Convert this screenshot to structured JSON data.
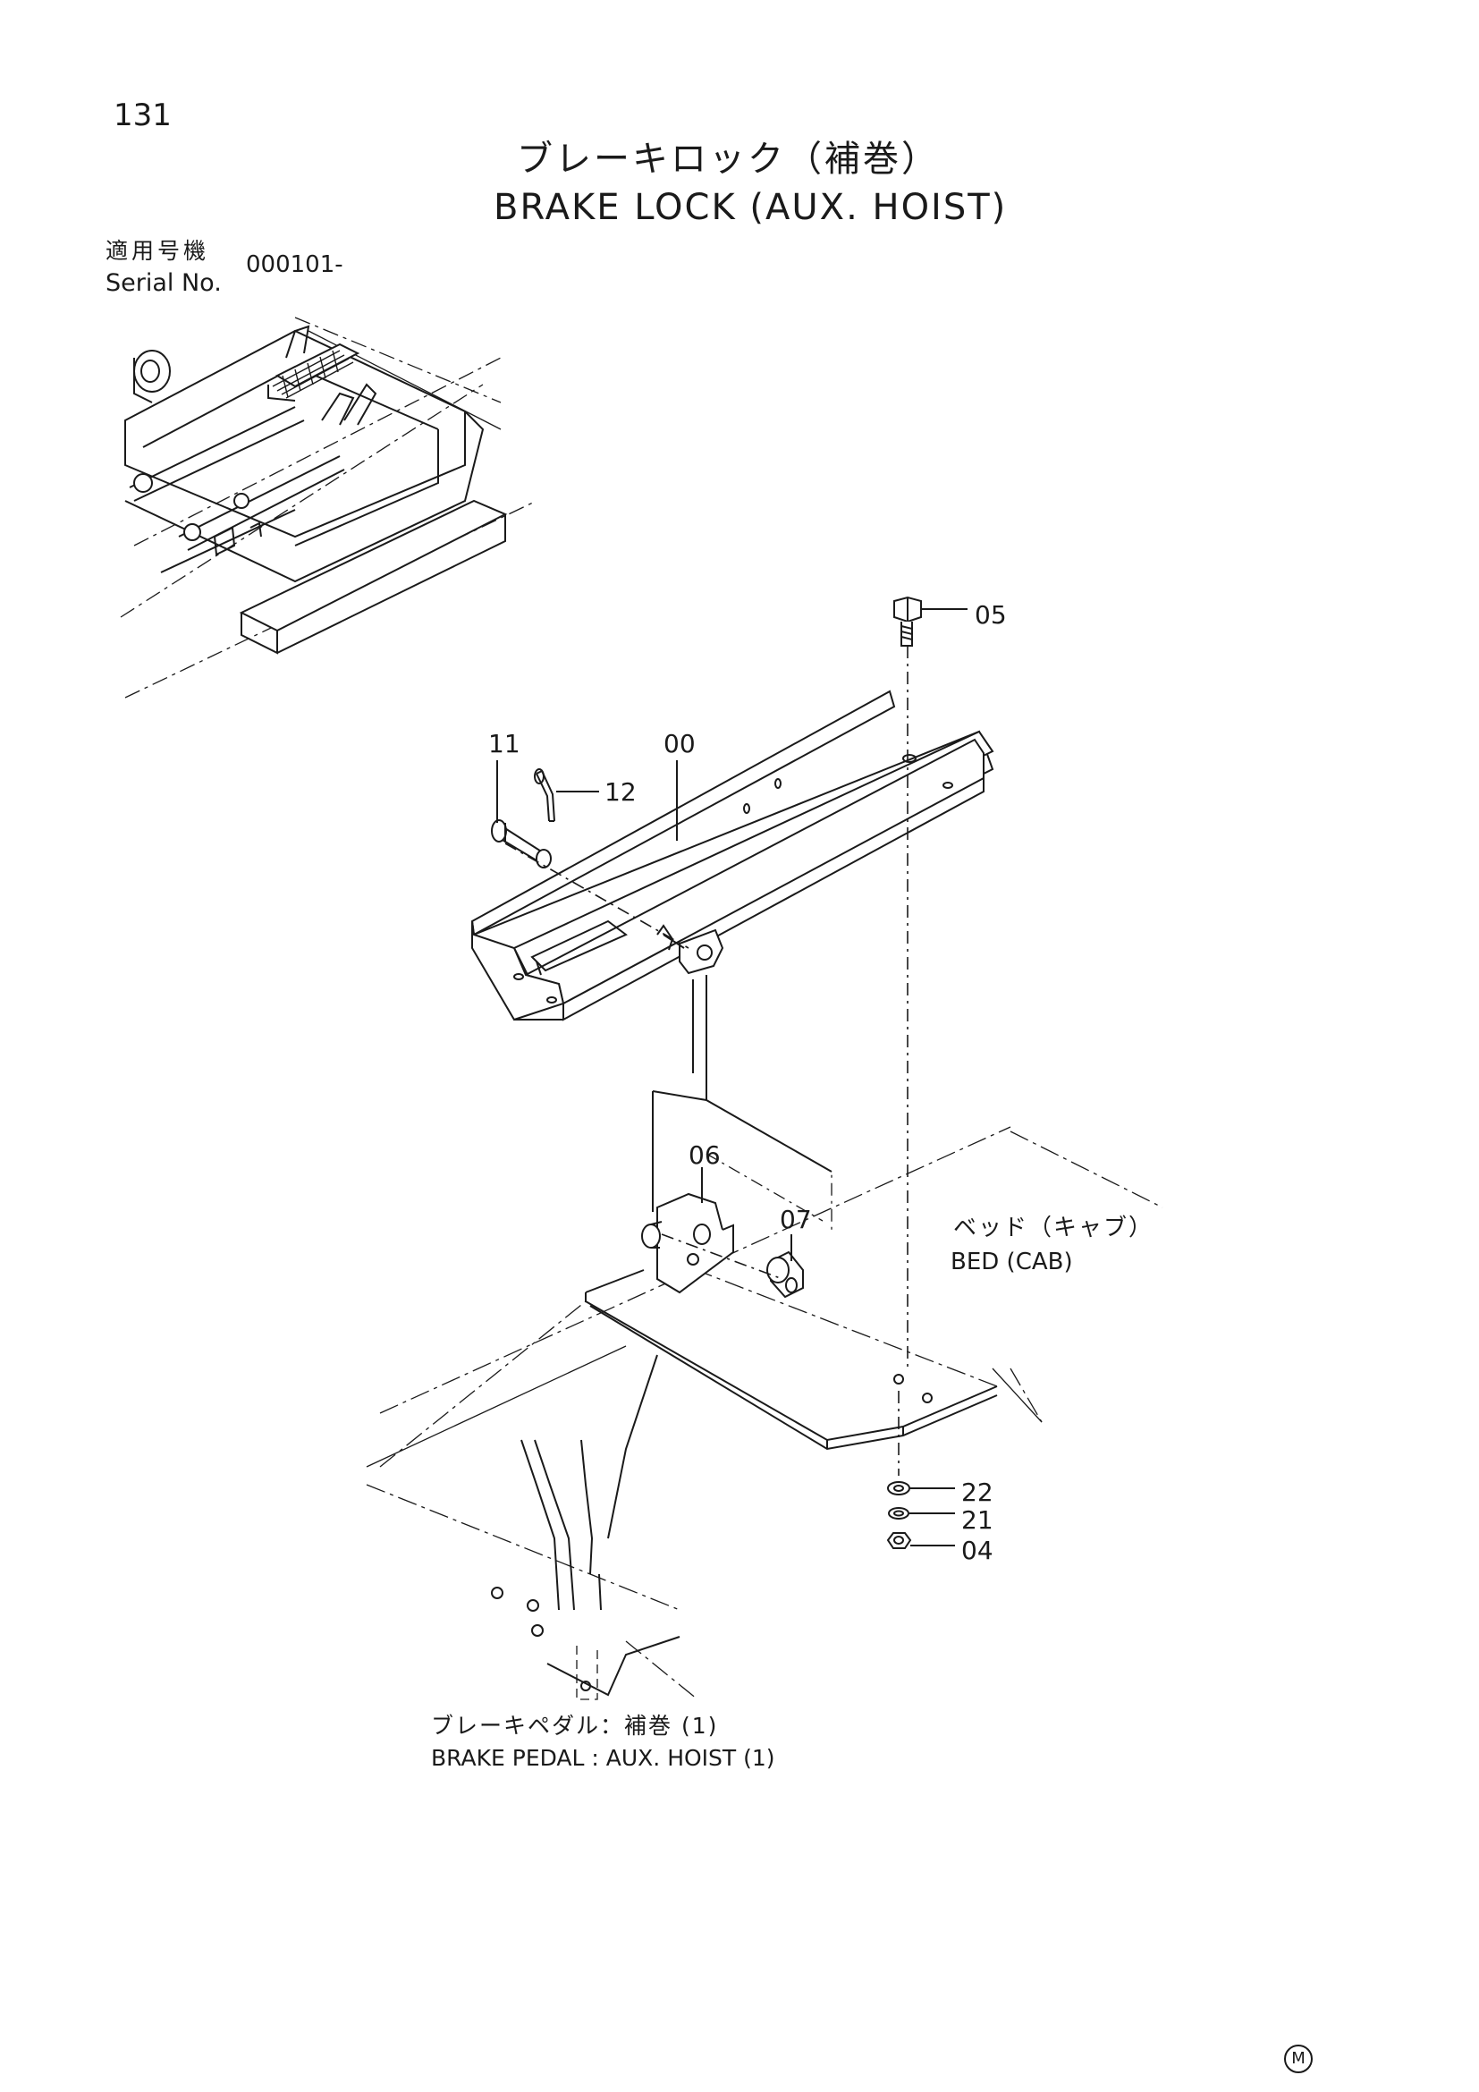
{
  "page": {
    "number": "131",
    "title_jp": "ブレーキロック（補巻）",
    "title_en": "BRAKE LOCK (AUX. HOIST)",
    "serial_label_jp": "適用号機",
    "serial_label_en": "Serial No.",
    "serial_value": "000101-"
  },
  "callouts": {
    "c05": "05",
    "c11": "11",
    "c00": "00",
    "c12": "12",
    "c06": "06",
    "c07": "07",
    "c22": "22",
    "c21": "21",
    "c04": "04"
  },
  "labels": {
    "bed_jp": "ベッド（キャブ）",
    "bed_en": "BED (CAB)",
    "pedal_jp": "ブレーキペダル：補巻 (1)",
    "pedal_en": "BRAKE PEDAL : AUX. HOIST (1)",
    "mark": "M"
  }
}
